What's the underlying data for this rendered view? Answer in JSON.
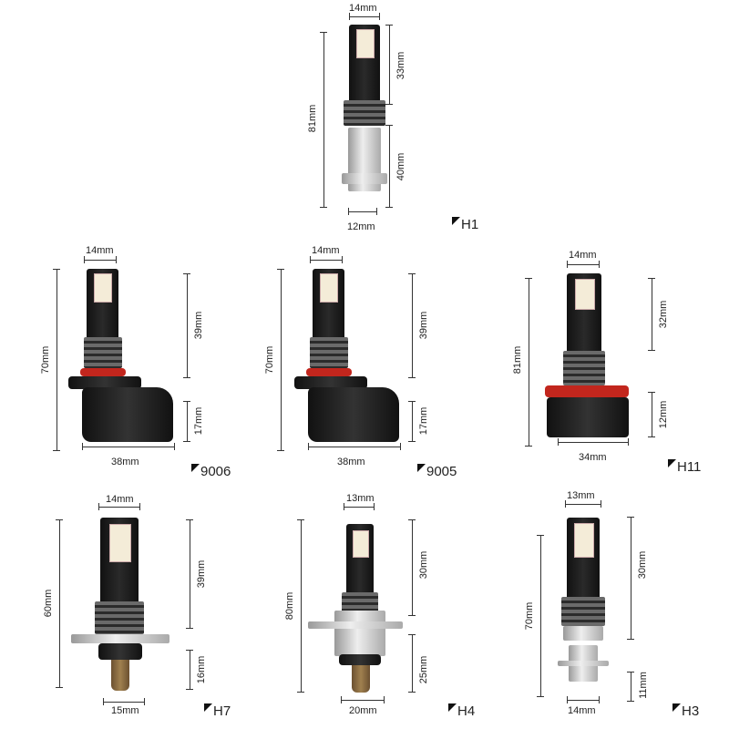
{
  "bulbs": [
    {
      "type": "H1",
      "top_width": "14mm",
      "total_height": "81mm",
      "upper": "33mm",
      "lower": "40mm",
      "bottom_width": "12mm"
    },
    {
      "type": "9006",
      "top_width": "14mm",
      "total_height": "70mm",
      "upper": "39mm",
      "lower": "17mm",
      "bottom_width": "38mm"
    },
    {
      "type": "9005",
      "top_width": "14mm",
      "total_height": "70mm",
      "upper": "39mm",
      "lower": "17mm",
      "bottom_width": "38mm"
    },
    {
      "type": "H11",
      "top_width": "14mm",
      "total_height": "81mm",
      "upper": "32mm",
      "lower": "12mm",
      "bottom_width": "34mm"
    },
    {
      "type": "H7",
      "top_width": "14mm",
      "total_height": "60mm",
      "upper": "39mm",
      "lower": "16mm",
      "bottom_width": "15mm"
    },
    {
      "type": "H4",
      "top_width": "13mm",
      "total_height": "80mm",
      "upper": "30mm",
      "lower": "25mm",
      "bottom_width": "20mm"
    },
    {
      "type": "H3",
      "top_width": "13mm",
      "total_height": "70mm",
      "upper": "30mm",
      "lower": "11mm",
      "bottom_width": "14mm"
    }
  ]
}
